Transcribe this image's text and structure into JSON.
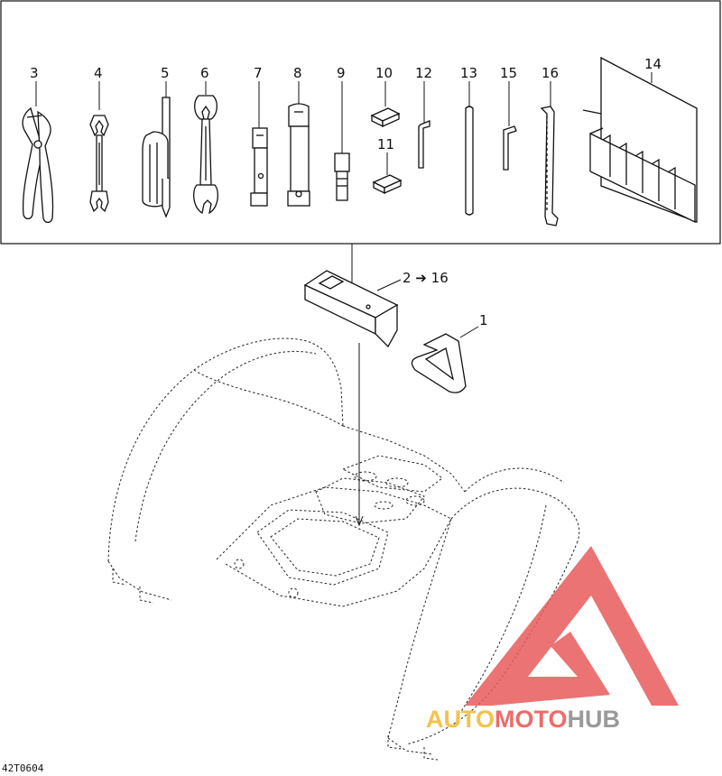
{
  "diagram": {
    "callouts": {
      "c1": "1",
      "c3": "3",
      "c4": "4",
      "c5": "5",
      "c6": "6",
      "c7": "7",
      "c8": "8",
      "c9": "9",
      "c10": "10",
      "c11": "11",
      "c12": "12",
      "c13": "13",
      "c14": "14",
      "c15": "15",
      "c16": "16",
      "kit": "2 ➔ 16"
    },
    "drawing_ref": "42T0604"
  },
  "watermark": {
    "part1": "AUTO",
    "part2": "MOTO",
    "part3": "HUB",
    "colors": {
      "auto": "#f5c24a",
      "moto": "#ee6b6b",
      "hub": "#9a9a9a",
      "logo": "#e85a5a"
    }
  }
}
